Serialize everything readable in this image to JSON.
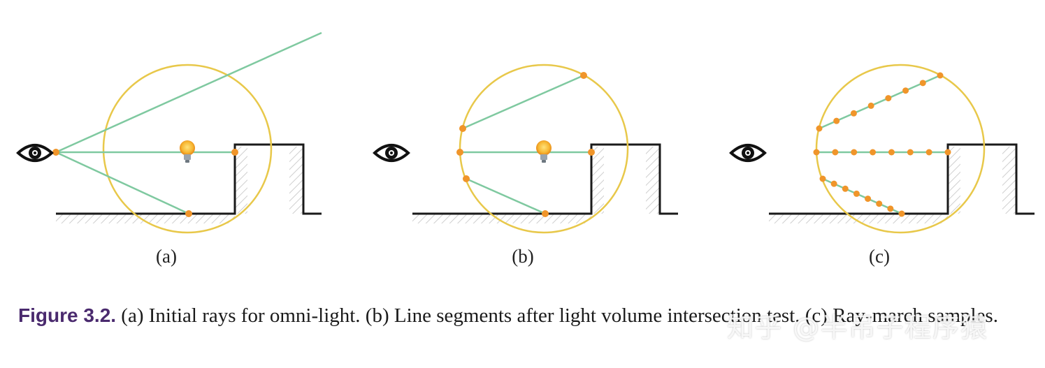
{
  "figure": {
    "panels": [
      {
        "id": "a",
        "label": "(a)"
      },
      {
        "id": "b",
        "label": "(b)"
      },
      {
        "id": "c",
        "label": "(c)"
      }
    ]
  },
  "caption": {
    "label": "Figure 3.2.",
    "text": " (a) Initial rays for omni-light. (b) Line segments after light volume intersection test. (c) Ray-march samples."
  },
  "watermark": {
    "text": "知乎 @半吊子程序猿"
  },
  "colors": {
    "circle": "#e8c84a",
    "ray": "#7fc9a0",
    "point": "#f0952a",
    "wall": "#1a1a1a",
    "hatch": "#c8c8c8",
    "caption_label": "#4a2a6e"
  },
  "icons": {
    "viewer": "eye-icon",
    "light": "light-bulb-icon"
  }
}
